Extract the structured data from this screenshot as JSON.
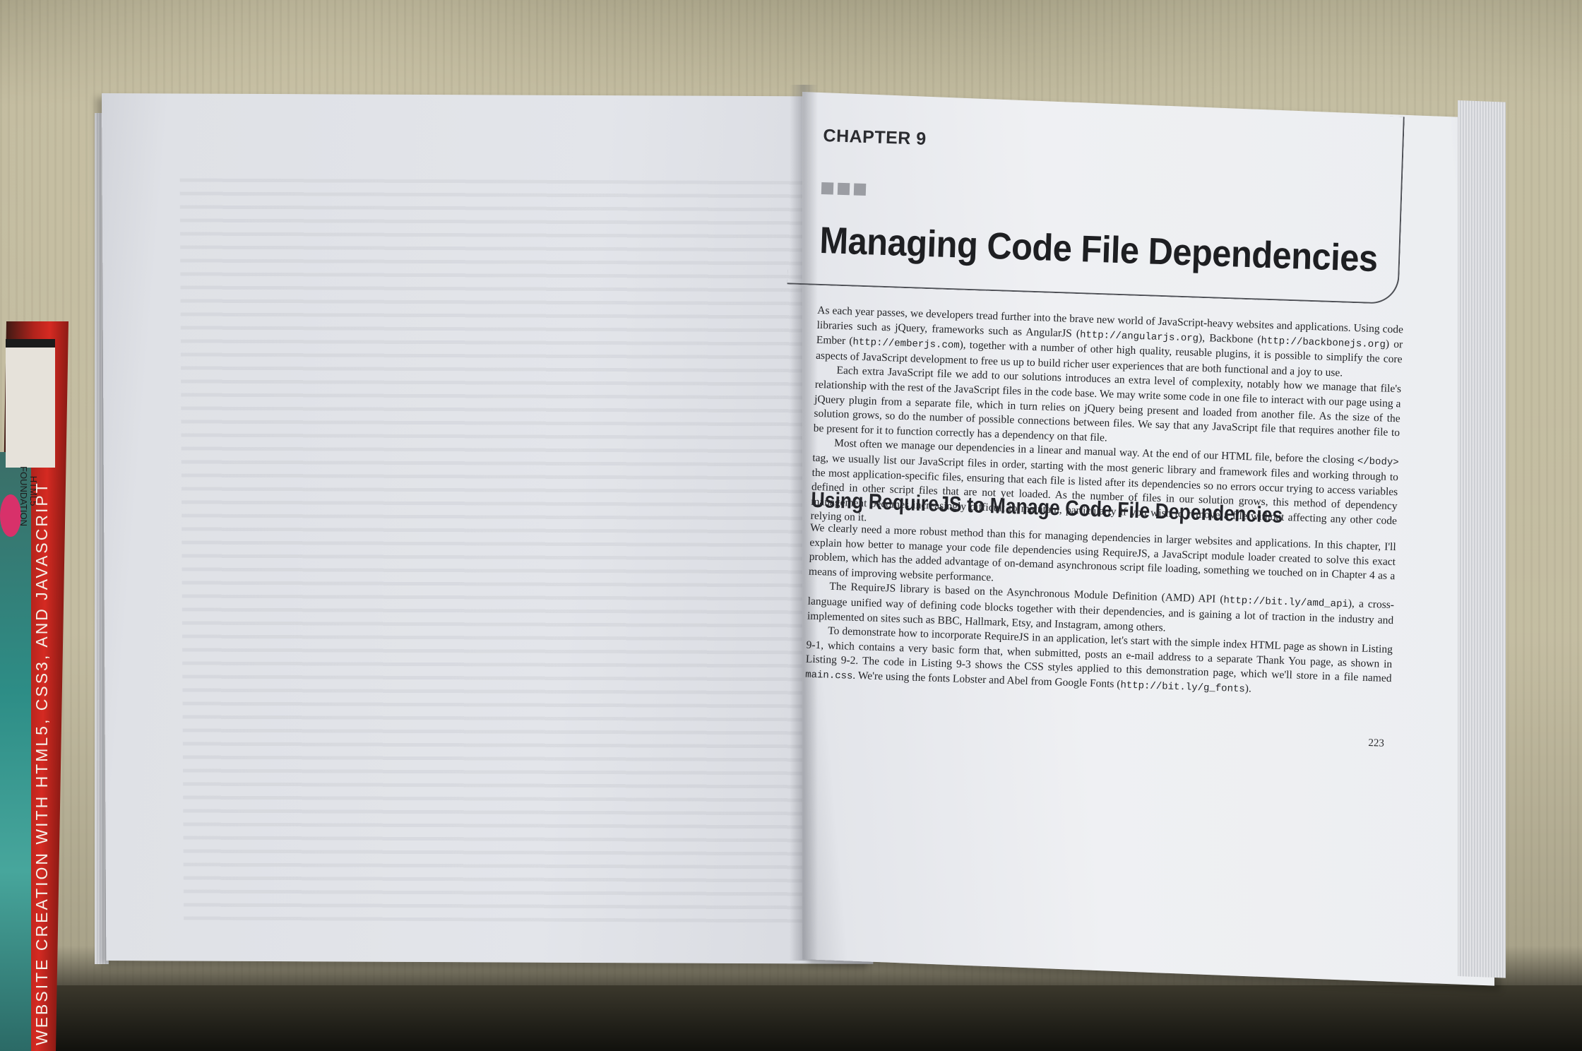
{
  "side_book": {
    "title": "WEBSITE CREATION WITH HTML5, CSS3, AND JAVASCRIPT",
    "label": "HTML5 FOUNDATION"
  },
  "page": {
    "chapter_label": "CHAPTER 9",
    "chapter_title": "Managing Code File Dependencies",
    "intro_paragraphs": [
      {
        "id": "p1",
        "segments": [
          {
            "t": "As each year passes, we developers tread further into the brave new world of JavaScript-heavy websites and applications. Using code libraries such as jQuery, frameworks such as AngularJS ("
          },
          {
            "t": "http://angularjs.org",
            "mono": true
          },
          {
            "t": "), Backbone ("
          },
          {
            "t": "http://backbonejs.org",
            "mono": true
          },
          {
            "t": ") or Ember ("
          },
          {
            "t": "http://emberjs.com",
            "mono": true
          },
          {
            "t": "), together with a number of other high quality, reusable plugins, it is possible to simplify the core aspects of JavaScript development to free us up to build richer user experiences that are both functional and a joy to use."
          }
        ]
      },
      {
        "id": "p2",
        "segments": [
          {
            "t": "Each extra JavaScript file we add to our solutions introduces an extra level of complexity, notably how we manage that file's relationship with the rest of the JavaScript files in the code base. We may write some code in one file to interact with our page using a jQuery plugin from a separate file, which in turn relies on jQuery being present and loaded from another file. As the size of the solution grows, so do the number of possible connections between files. We say that any JavaScript file that requires another file to be present for it to function correctly has a dependency on that file."
          }
        ]
      },
      {
        "id": "p3",
        "segments": [
          {
            "t": "Most often we manage our dependencies in a linear and manual way. At the end of our HTML file, before the closing "
          },
          {
            "t": "</body>",
            "mono": true
          },
          {
            "t": " tag, we usually list our JavaScript files in order, starting with the most generic library and framework files and working through to the most application-specific files, ensuring that each file is listed after its dependencies so no errors occur trying to access variables defined in other script files that are not yet loaded. As the number of files in our solution grows, this method of dependency management becomes increasingly difficult to maintain, particularly if you wish to remove a file without affecting any other code relying on it."
          }
        ]
      }
    ],
    "section_heading": "Using RequireJS to Manage Code File Dependencies",
    "section_paragraphs": [
      {
        "id": "p4",
        "segments": [
          {
            "t": "We clearly need a more robust method than this for managing dependencies in larger websites and applications. In this chapter, I'll explain how better to manage your code file dependencies using RequireJS, a JavaScript module loader created to solve this exact problem, which has the added advantage of on-demand asynchronous script file loading, something we touched on in Chapter 4 as a means of improving website performance."
          }
        ]
      },
      {
        "id": "p5",
        "segments": [
          {
            "t": "The RequireJS library is based on the Asynchronous Module Definition (AMD) API ("
          },
          {
            "t": "http://bit.ly/amd_api",
            "mono": true
          },
          {
            "t": "), a cross-language unified way of defining code blocks together with their dependencies, and is gaining a lot of traction in the industry and implemented on sites such as BBC, Hallmark, Etsy, and Instagram, among others."
          }
        ]
      },
      {
        "id": "p6",
        "segments": [
          {
            "t": "To demonstrate how to incorporate RequireJS in an application, let's start with the simple index HTML page as shown in Listing 9-1, which contains a very basic form that, when submitted, posts an e-mail address to a separate Thank You page, as shown in Listing 9-2. The code in Listing 9-3 shows the CSS styles applied to this demonstration page, which we'll store in a file named "
          },
          {
            "t": "main.css",
            "mono": true
          },
          {
            "t": ". We're using the fonts Lobster and Abel from Google Fonts ("
          },
          {
            "t": "http://bit.ly/g_fonts",
            "mono": true
          },
          {
            "t": ")."
          }
        ]
      }
    ],
    "page_number": "223"
  }
}
